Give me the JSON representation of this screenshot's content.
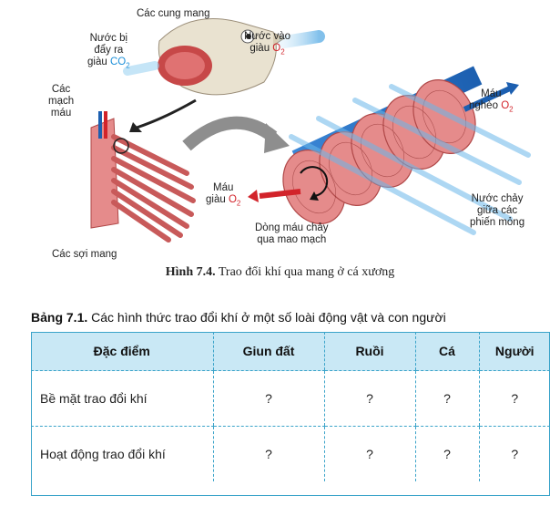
{
  "figure": {
    "labels": {
      "gill_arches": "Các cung mang",
      "water_out_1": "Nước bị",
      "water_out_2": "đẩy ra",
      "water_out_3": "giàu ",
      "water_out_gas": "CO",
      "water_out_sub": "2",
      "water_in_1": "Nước vào",
      "water_in_2": "giàu ",
      "water_in_gas": "O",
      "water_in_sub": "2",
      "vessels_1": "Các",
      "vessels_2": "mạch",
      "vessels_3": "máu",
      "blood_poor_1": "Máu",
      "blood_poor_2": "nghèo ",
      "blood_poor_gas": "O",
      "blood_poor_sub": "2",
      "blood_rich_1": "Máu",
      "blood_rich_2": "giàu ",
      "blood_rich_gas": "O",
      "blood_rich_sub": "2",
      "capillary_1": "Dòng máu chảy",
      "capillary_2": "qua mao mạch",
      "water_between_1": "Nước chảy",
      "water_between_2": "giữa các",
      "water_between_3": "phiến mỏng",
      "filaments": "Các sợi mang"
    },
    "caption_prefix": "Hình 7.4.",
    "caption_text": " Trao đổi khí qua mang ở cá xương",
    "colors": {
      "blood": "#d2232a",
      "water": "#1c8fd8",
      "tissue": "#e58b8b"
    }
  },
  "table": {
    "title_prefix": "Bảng 7.1.",
    "title_text": " Các hình thức trao đổi khí ở một số loài động vật và con người",
    "headers": [
      "Đặc điểm",
      "Giun đất",
      "Ruồi",
      "Cá",
      "Người"
    ],
    "rows": [
      {
        "label": "Bề mặt trao đổi khí",
        "cells": [
          "?",
          "?",
          "?",
          "?"
        ]
      },
      {
        "label": "Hoạt động trao đổi khí",
        "cells": [
          "?",
          "?",
          "?",
          "?"
        ]
      }
    ],
    "colors": {
      "header_bg": "#c9e8f5",
      "border": "#3aa3c9"
    }
  }
}
